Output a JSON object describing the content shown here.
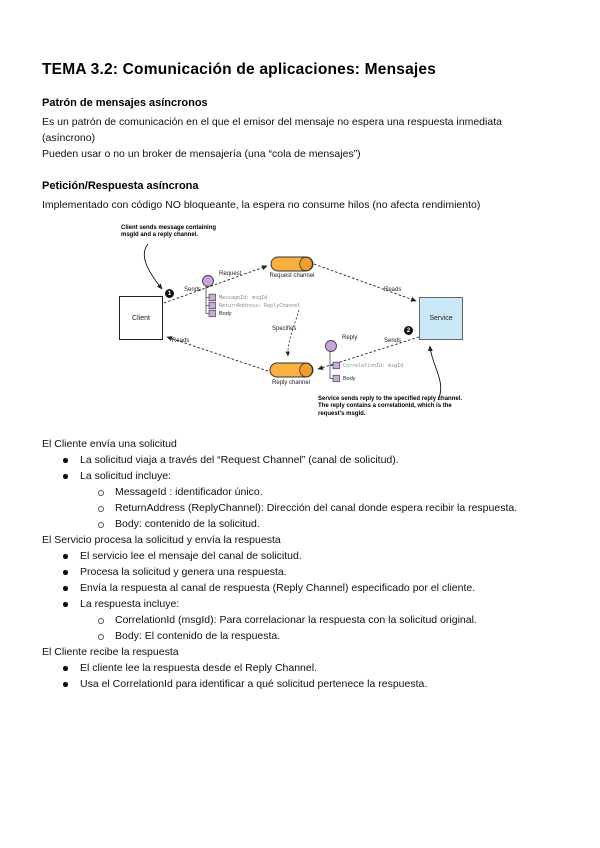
{
  "doc": {
    "title": "TEMA 3.2: Comunicación de aplicaciones: Mensajes",
    "section1": {
      "heading": "Patrón de mensajes asíncronos",
      "para1": "Es un patrón de comunicación en el que el emisor del mensaje no espera una respuesta inmediata (asíncrono)",
      "para2": "Pueden usar o no un broker de mensajería (una “cola de mensajes”)"
    },
    "section2": {
      "heading": "Petición/Respuesta asíncrona",
      "para1": "Implementado con código NO bloqueante, la espera no consume hilos (no afecta rendimiento)"
    }
  },
  "diagram": {
    "top_note": "Client sends message containing msgId and a reply channel.",
    "bottom_note": "Service sends reply to the specified reply channel. The reply contains a correlationId, which is the request’s msgId.",
    "client": "Client",
    "service": "Service",
    "request_channel": "Request channel",
    "reply_channel": "Reply channel",
    "request_label": "Request",
    "reply_label": "Reply",
    "sends_top": "Sends",
    "reads_top": "Reads",
    "sends_bottom": "Sends",
    "reads_bottom": "Reads",
    "specifies": "Specifies",
    "step1": "1",
    "step2": "2",
    "request_fields": [
      "MessageId: msgId",
      "ReturnAddress: ReplyChannel",
      "Body"
    ],
    "reply_fields": [
      "CorrelationId: msgId",
      "Body"
    ],
    "colors": {
      "channel_fill": "#fbb042",
      "channel_cap": "#f49c2d",
      "service_fill": "#c9e9f6",
      "message_fill": "#c9a3dc",
      "message_box_fill": "#cda6dd"
    }
  },
  "body": {
    "blocks": [
      {
        "level": 0,
        "text": "El Cliente envía una solicitud"
      },
      {
        "level": 1,
        "text": "La solicitud viaja a través del “Request Channel” (canal de solicitud)."
      },
      {
        "level": 1,
        "text": "La solicitud incluye:"
      },
      {
        "level": 2,
        "text": "MessageId : identificador único."
      },
      {
        "level": 2,
        "text": "ReturnAddress (ReplyChannel): Dirección del canal donde espera recibir la respuesta."
      },
      {
        "level": 2,
        "text": "Body: contenido de la solicitud."
      },
      {
        "level": 0,
        "text": "El Servicio procesa la solicitud y envía la respuesta"
      },
      {
        "level": 1,
        "text": "El servicio lee el mensaje del canal de solicitud."
      },
      {
        "level": 1,
        "text": "Procesa la solicitud y genera una respuesta."
      },
      {
        "level": 1,
        "text": "Envía la respuesta al canal de respuesta (Reply Channel) especificado por el cliente."
      },
      {
        "level": 1,
        "text": "La respuesta incluye:"
      },
      {
        "level": 2,
        "text": "CorrelationId (msgId): Para correlacionar la respuesta con la solicitud original."
      },
      {
        "level": 2,
        "text": "Body: El contenido de la respuesta."
      },
      {
        "level": 0,
        "text": "El Cliente recibe la respuesta"
      },
      {
        "level": 1,
        "text": "El cliente lee la respuesta desde el Reply Channel."
      },
      {
        "level": 1,
        "text": "Usa el CorrelationId para identificar a qué solicitud pertenece la respuesta."
      }
    ]
  }
}
